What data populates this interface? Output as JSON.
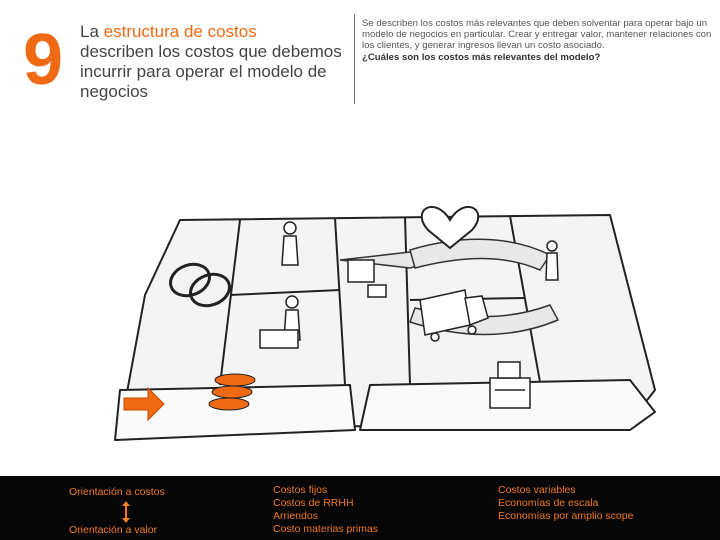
{
  "slide_number": "9",
  "title": {
    "prefix": "La ",
    "accent": "estructura de costos",
    "rest": "describen los costos que debemos incurrir para operar el modelo de negocios"
  },
  "description": {
    "text": "Se describen los costos más relevantes que deben solventar para operar bajo un modelo de negocios en particular. Crear y entregar valor, mantener relaciones con los clientes, y generar ingresos llevan un costo asociado.",
    "question": "¿Cuáles son los costos más relevantes del modelo?"
  },
  "footer": {
    "orientation_costs": "Orientación a costos",
    "orientation_value": "Orientación a valor",
    "fixed_costs": [
      "Costos fijos",
      "Costos de RRHH",
      "Arriendos",
      "Costo materias primas"
    ],
    "variable_costs": [
      "Costos variables",
      "Economías de escala",
      "Economías por amplio scope"
    ]
  },
  "colors": {
    "accent": "#f06a14",
    "footer_bg": "#060606",
    "footer_text": "#f07a1e"
  },
  "icons": [
    "heart-icon",
    "truck-icon",
    "cash-register-icon",
    "person-icon",
    "chain-icon",
    "arrow-right-icon",
    "double-arrow-icon"
  ]
}
